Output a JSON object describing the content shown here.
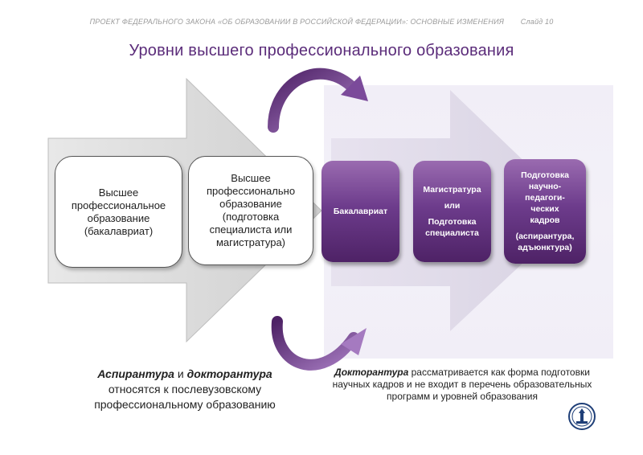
{
  "header": {
    "text": "ПРОЕКТ ФЕДЕРАЛЬНОГО ЗАКОНА «ОБ ОБРАЗОВАНИИ В РОССИЙСКОЙ ФЕДЕРАЦИИ»: ОСНОВНЫЕ ИЗМЕНЕНИЯ",
    "slide_label": "Слайд  10"
  },
  "title": "Уровни высшего профессионального образования",
  "left_boxes": [
    {
      "lines": [
        "Высшее",
        "профессиональное",
        "образование",
        "(бакалавриат)"
      ]
    },
    {
      "lines": [
        "Высшее",
        "профессионально",
        "образование",
        "(подготовка",
        "специалиста или",
        "магистратура)"
      ]
    }
  ],
  "right_boxes": [
    {
      "lines": [
        "Бакалавриат"
      ]
    },
    {
      "lines": [
        "Магистратура",
        "или",
        "Подготовка",
        "специалиста"
      ]
    },
    {
      "lines": [
        "Подготовка",
        "научно-",
        "педагоги-",
        "ческих",
        "кадров",
        "(аспирантура,",
        "адъюнктура)"
      ]
    }
  ],
  "caption_left": {
    "part1": "Аспирантура",
    "part2": " и ",
    "part3": "докторантура",
    "part4": "относятся к послевузовскому профессиональному образованию"
  },
  "caption_right": {
    "part1": "Докторантура",
    "part2": " рассматривается как форма подготовки научных кадров и не входит в перечень образовательных программ и уровней образования"
  },
  "colors": {
    "title": "#5b2c7a",
    "purple_dark": "#4e2266",
    "purple_light": "#9a6bb0",
    "arrow_gray": "#dcdcdc",
    "panel": "#f1eef7"
  },
  "icons": {
    "curved_arrows": "curved-arrow-icon",
    "logo": "university-emblem"
  }
}
